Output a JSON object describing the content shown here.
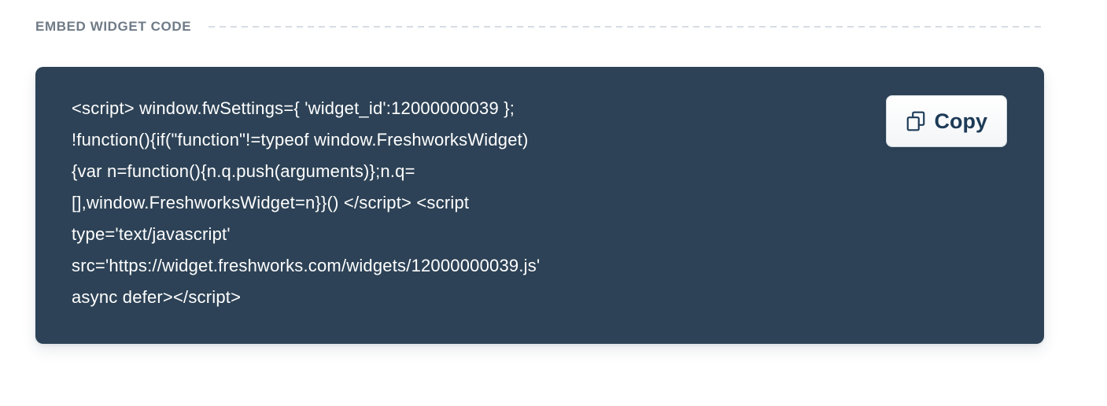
{
  "header": {
    "title": "EMBED WIDGET CODE"
  },
  "panel": {
    "code_lines": [
      "<script> window.fwSettings={ 'widget_id':12000000039 };",
      "!function(){if(\"function\"!=typeof window.FreshworksWidget)",
      "{var n=function(){n.q.push(arguments)};n.q=",
      "[],window.FreshworksWidget=n}}() </script> <script",
      "type='text/javascript'",
      "src='https://widget.freshworks.com/widgets/12000000039.js'",
      "async defer></script>"
    ],
    "copy_button": {
      "label": "Copy",
      "icon": "copy-icon"
    }
  },
  "colors": {
    "panel_bg": "#2d4256",
    "code_text": "#ffffff",
    "header_text": "#6f7b87",
    "dash_rule": "#d6dce3",
    "button_text": "#1d3b57",
    "button_border": "#cfd6dc"
  }
}
